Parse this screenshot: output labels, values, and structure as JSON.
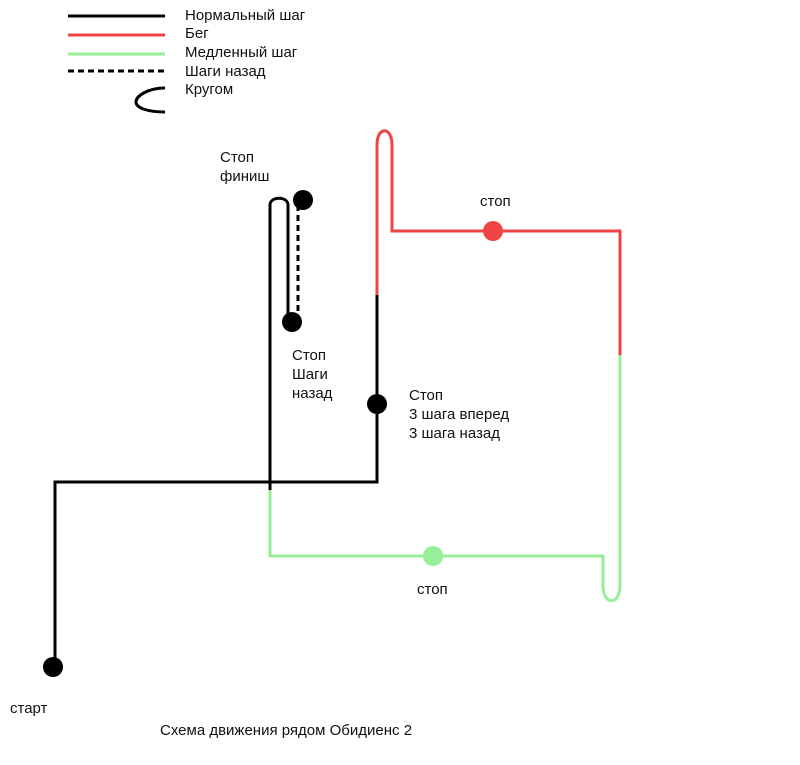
{
  "legend": {
    "items": [
      {
        "label": "Нормальный шаг",
        "style": "solid",
        "color": "#000000"
      },
      {
        "label": "Бег",
        "style": "solid",
        "color": "#ee4444"
      },
      {
        "label": "Медленный шаг",
        "style": "solid",
        "color": "#99ee99"
      },
      {
        "label": "Шаги назад",
        "style": "dashed",
        "color": "#000000"
      },
      {
        "label": "Кругом",
        "style": "turn-arc",
        "color": "#000000"
      }
    ]
  },
  "labels": {
    "stop_finish": "Стоп\nфиниш",
    "stop_back": "Стоп\nШаги\nназад",
    "stop_steps": "Стоп\n3 шага вперед\n3 шага назад",
    "stop_run": "стоп",
    "stop_slow": "стоп",
    "start": "старт"
  },
  "caption": "Схема движения рядом Обидиенс 2",
  "colors": {
    "normal": "#000000",
    "run": "#ee4444",
    "slow": "#99ee99"
  }
}
